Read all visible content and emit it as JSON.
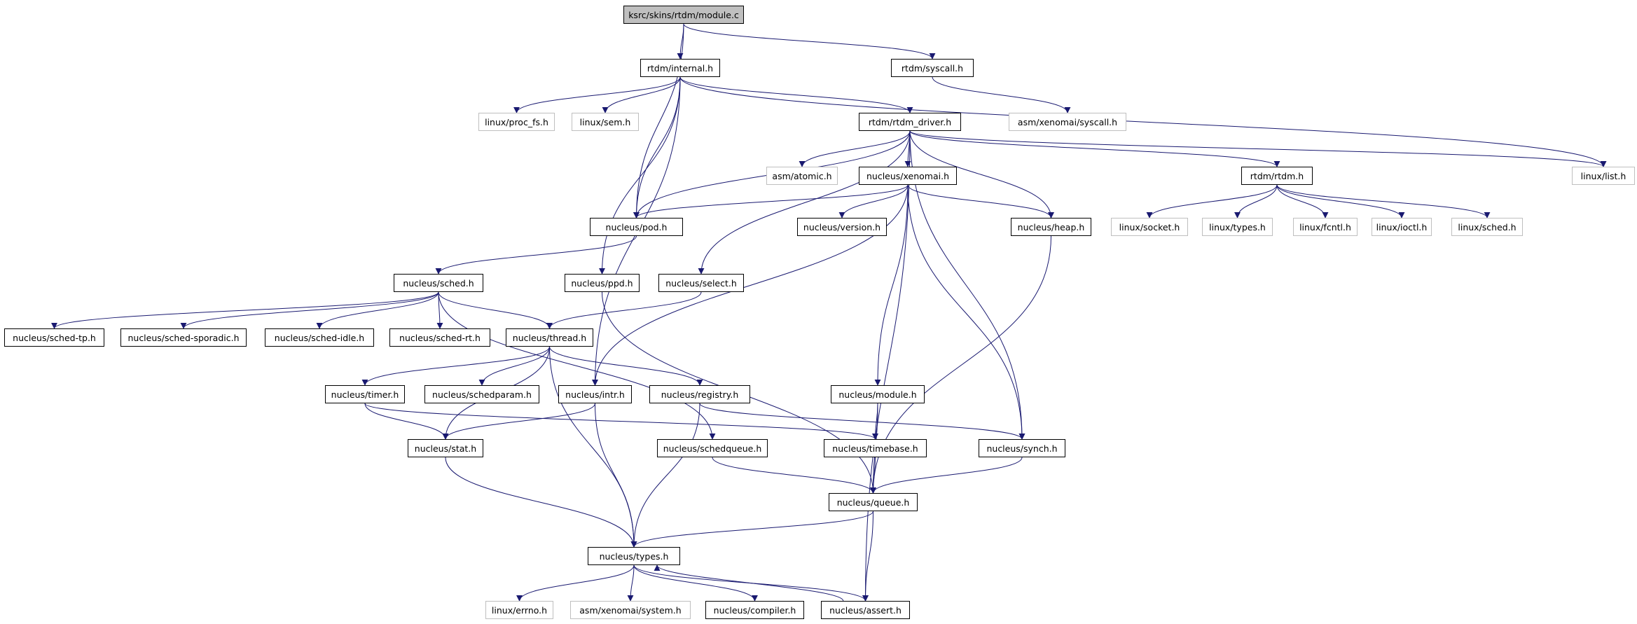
{
  "graph": {
    "nodes": [
      {
        "id": "module_c",
        "label": "ksrc/skins/rtdm/module.c",
        "kind": "root"
      },
      {
        "id": "internal",
        "label": "rtdm/internal.h",
        "kind": "internal"
      },
      {
        "id": "syscall",
        "label": "rtdm/syscall.h",
        "kind": "internal"
      },
      {
        "id": "proc_fs",
        "label": "linux/proc_fs.h",
        "kind": "external"
      },
      {
        "id": "sem",
        "label": "linux/sem.h",
        "kind": "external"
      },
      {
        "id": "rtdm_driver",
        "label": "rtdm/rtdm_driver.h",
        "kind": "internal"
      },
      {
        "id": "asm_syscall",
        "label": "asm/xenomai/syscall.h",
        "kind": "external"
      },
      {
        "id": "list",
        "label": "linux/list.h",
        "kind": "external"
      },
      {
        "id": "atomic",
        "label": "asm/atomic.h",
        "kind": "external"
      },
      {
        "id": "xenomai",
        "label": "nucleus/xenomai.h",
        "kind": "internal"
      },
      {
        "id": "rtdm_h",
        "label": "rtdm/rtdm.h",
        "kind": "internal"
      },
      {
        "id": "pod",
        "label": "nucleus/pod.h",
        "kind": "internal"
      },
      {
        "id": "version",
        "label": "nucleus/version.h",
        "kind": "internal"
      },
      {
        "id": "heap",
        "label": "nucleus/heap.h",
        "kind": "internal"
      },
      {
        "id": "socket",
        "label": "linux/socket.h",
        "kind": "external"
      },
      {
        "id": "ltypes",
        "label": "linux/types.h",
        "kind": "external"
      },
      {
        "id": "fcntl",
        "label": "linux/fcntl.h",
        "kind": "external"
      },
      {
        "id": "ioctl",
        "label": "linux/ioctl.h",
        "kind": "external"
      },
      {
        "id": "lsched",
        "label": "linux/sched.h",
        "kind": "external"
      },
      {
        "id": "sched",
        "label": "nucleus/sched.h",
        "kind": "internal"
      },
      {
        "id": "ppd",
        "label": "nucleus/ppd.h",
        "kind": "internal"
      },
      {
        "id": "select",
        "label": "nucleus/select.h",
        "kind": "internal"
      },
      {
        "id": "sched_tp",
        "label": "nucleus/sched-tp.h",
        "kind": "internal"
      },
      {
        "id": "sched_spor",
        "label": "nucleus/sched-sporadic.h",
        "kind": "internal"
      },
      {
        "id": "sched_idle",
        "label": "nucleus/sched-idle.h",
        "kind": "internal"
      },
      {
        "id": "sched_rt",
        "label": "nucleus/sched-rt.h",
        "kind": "internal"
      },
      {
        "id": "thread",
        "label": "nucleus/thread.h",
        "kind": "internal"
      },
      {
        "id": "timer",
        "label": "nucleus/timer.h",
        "kind": "internal"
      },
      {
        "id": "schedparam",
        "label": "nucleus/schedparam.h",
        "kind": "internal"
      },
      {
        "id": "intr",
        "label": "nucleus/intr.h",
        "kind": "internal"
      },
      {
        "id": "registry",
        "label": "nucleus/registry.h",
        "kind": "internal"
      },
      {
        "id": "nmodule",
        "label": "nucleus/module.h",
        "kind": "internal"
      },
      {
        "id": "stat",
        "label": "nucleus/stat.h",
        "kind": "internal"
      },
      {
        "id": "schedqueue",
        "label": "nucleus/schedqueue.h",
        "kind": "internal"
      },
      {
        "id": "timebase",
        "label": "nucleus/timebase.h",
        "kind": "internal"
      },
      {
        "id": "synch",
        "label": "nucleus/synch.h",
        "kind": "internal"
      },
      {
        "id": "queue",
        "label": "nucleus/queue.h",
        "kind": "internal"
      },
      {
        "id": "ntypes",
        "label": "nucleus/types.h",
        "kind": "internal"
      },
      {
        "id": "errno",
        "label": "linux/errno.h",
        "kind": "external"
      },
      {
        "id": "asm_system",
        "label": "asm/xenomai/system.h",
        "kind": "external"
      },
      {
        "id": "compiler",
        "label": "nucleus/compiler.h",
        "kind": "internal"
      },
      {
        "id": "assert",
        "label": "nucleus/assert.h",
        "kind": "internal"
      }
    ],
    "edges": [
      [
        "module_c",
        "internal"
      ],
      [
        "module_c",
        "syscall"
      ],
      [
        "module_c",
        "pod"
      ],
      [
        "internal",
        "proc_fs"
      ],
      [
        "internal",
        "sem"
      ],
      [
        "internal",
        "rtdm_driver"
      ],
      [
        "internal",
        "pod"
      ],
      [
        "internal",
        "ppd"
      ],
      [
        "internal",
        "list"
      ],
      [
        "internal",
        "intr"
      ],
      [
        "syscall",
        "asm_syscall"
      ],
      [
        "rtdm_driver",
        "list"
      ],
      [
        "rtdm_driver",
        "atomic"
      ],
      [
        "rtdm_driver",
        "xenomai"
      ],
      [
        "rtdm_driver",
        "rtdm_h"
      ],
      [
        "rtdm_driver",
        "pod"
      ],
      [
        "rtdm_driver",
        "heap"
      ],
      [
        "rtdm_driver",
        "select"
      ],
      [
        "rtdm_driver",
        "synch"
      ],
      [
        "rtdm_driver",
        "assert"
      ],
      [
        "xenomai",
        "pod"
      ],
      [
        "xenomai",
        "version"
      ],
      [
        "xenomai",
        "heap"
      ],
      [
        "xenomai",
        "intr"
      ],
      [
        "xenomai",
        "nmodule"
      ],
      [
        "xenomai",
        "synch"
      ],
      [
        "rtdm_h",
        "socket"
      ],
      [
        "rtdm_h",
        "ltypes"
      ],
      [
        "rtdm_h",
        "fcntl"
      ],
      [
        "rtdm_h",
        "ioctl"
      ],
      [
        "rtdm_h",
        "lsched"
      ],
      [
        "pod",
        "sched"
      ],
      [
        "sched",
        "sched_tp"
      ],
      [
        "sched",
        "sched_spor"
      ],
      [
        "sched",
        "sched_idle"
      ],
      [
        "sched",
        "sched_rt"
      ],
      [
        "sched",
        "thread"
      ],
      [
        "sched",
        "schedqueue"
      ],
      [
        "ppd",
        "queue"
      ],
      [
        "select",
        "thread"
      ],
      [
        "heap",
        "queue"
      ],
      [
        "thread",
        "timer"
      ],
      [
        "thread",
        "schedparam"
      ],
      [
        "thread",
        "registry"
      ],
      [
        "thread",
        "stat"
      ],
      [
        "thread",
        "ntypes"
      ],
      [
        "timer",
        "stat"
      ],
      [
        "timer",
        "timebase"
      ],
      [
        "intr",
        "stat"
      ],
      [
        "intr",
        "ntypes"
      ],
      [
        "registry",
        "synch"
      ],
      [
        "registry",
        "ntypes"
      ],
      [
        "nmodule",
        "timebase"
      ],
      [
        "nmodule",
        "queue"
      ],
      [
        "stat",
        "ntypes"
      ],
      [
        "schedqueue",
        "queue"
      ],
      [
        "timebase",
        "queue"
      ],
      [
        "synch",
        "queue"
      ],
      [
        "queue",
        "ntypes"
      ],
      [
        "queue",
        "assert"
      ],
      [
        "ntypes",
        "errno"
      ],
      [
        "ntypes",
        "asm_system"
      ],
      [
        "ntypes",
        "compiler"
      ],
      [
        "ntypes",
        "assert"
      ],
      [
        "assert",
        "ntypes"
      ]
    ]
  },
  "colors": {
    "edge": "#191970",
    "internal_border": "#000000",
    "external_border": "#bfbfbf",
    "root_fill": "#bfbfbf"
  }
}
